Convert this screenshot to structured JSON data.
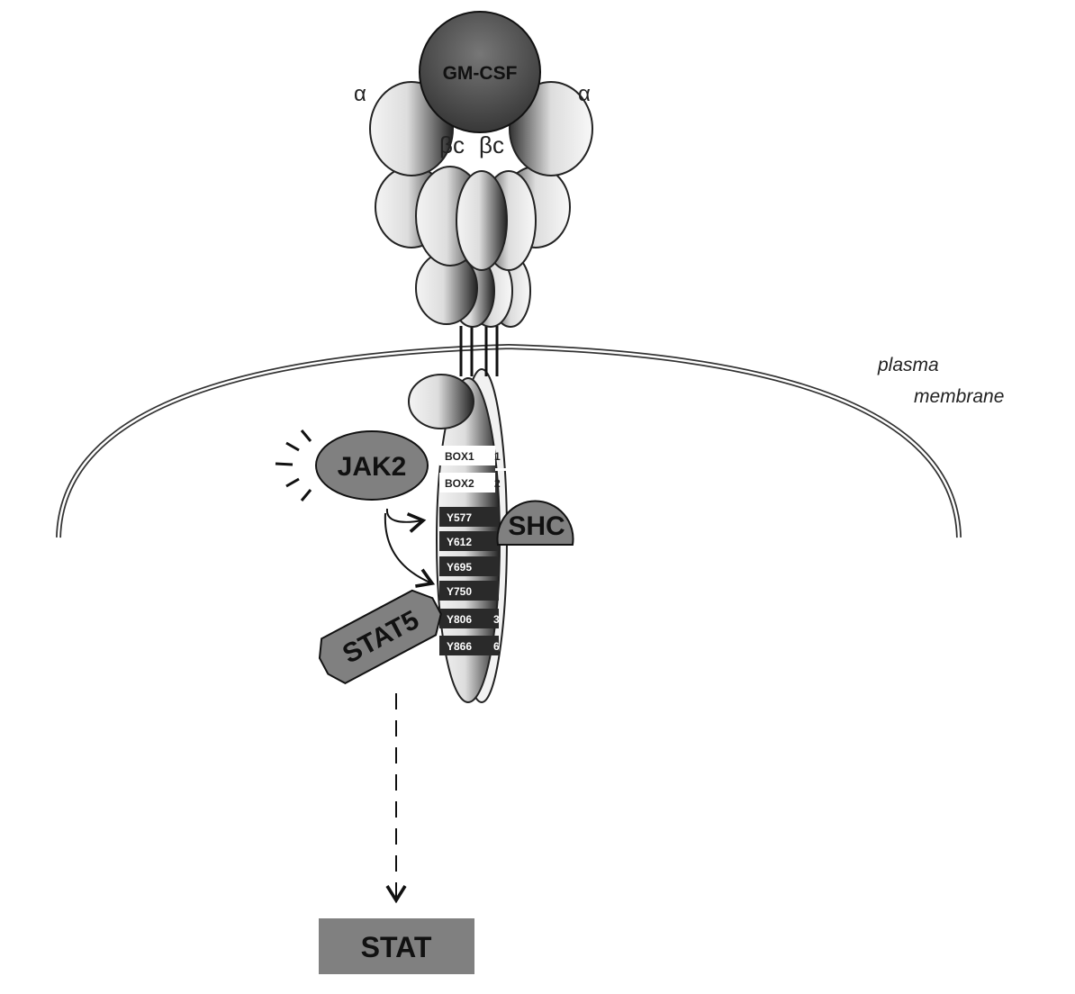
{
  "ligand": "GM-CSF",
  "alpha_left": "α",
  "alpha_right": "α",
  "beta_left": "βc",
  "beta_right": "βc",
  "membrane_line1": "plasma",
  "membrane_line2": "membrane",
  "jak": "JAK2",
  "shc": "SHC",
  "stat5": "STAT5",
  "stat": "STAT",
  "boxes": [
    "BOX1",
    "BOX2"
  ],
  "box_suffix": [
    "1",
    "2"
  ],
  "tyrosines": [
    "Y577",
    "Y612",
    "Y695",
    "Y750",
    "Y806",
    "Y866"
  ],
  "tyr_suffix": [
    "",
    "",
    "",
    "",
    "3",
    "6"
  ],
  "colors": {
    "dark": "#555555",
    "medium": "#808080",
    "light": "#e8e8e8"
  }
}
